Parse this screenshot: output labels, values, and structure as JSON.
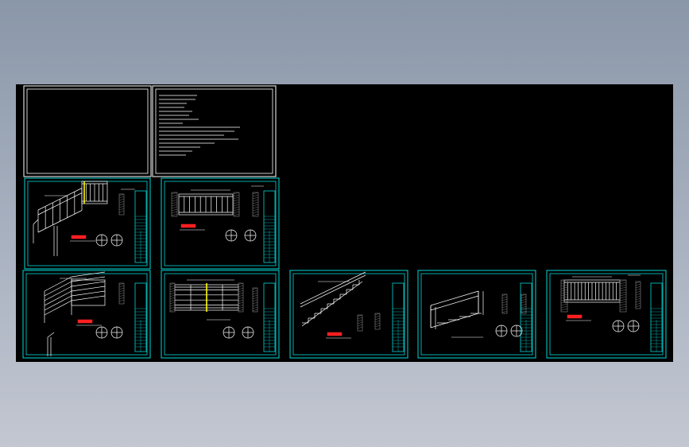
{
  "viewport": {
    "background": "#9aa5b5",
    "model_space_color": "#000000"
  },
  "colors": {
    "sheet_border": "#00d8d8",
    "title_sheet_border": "#ffffff",
    "drawing_lines": "#ffffff",
    "highlight_post": "#ffff00",
    "red_label": "#ff2020",
    "hatch": "#888888"
  },
  "layout_sheets": [
    {
      "name": "cover-sheet"
    },
    {
      "name": "notes-sheet"
    },
    {
      "name": "railing-sheet-1"
    },
    {
      "name": "railing-sheet-2"
    },
    {
      "name": "railing-sheet-3"
    },
    {
      "name": "railing-sheet-4"
    },
    {
      "name": "stair-sheet-5"
    },
    {
      "name": "railing-sheet-6"
    },
    {
      "name": "railing-sheet-7"
    }
  ]
}
